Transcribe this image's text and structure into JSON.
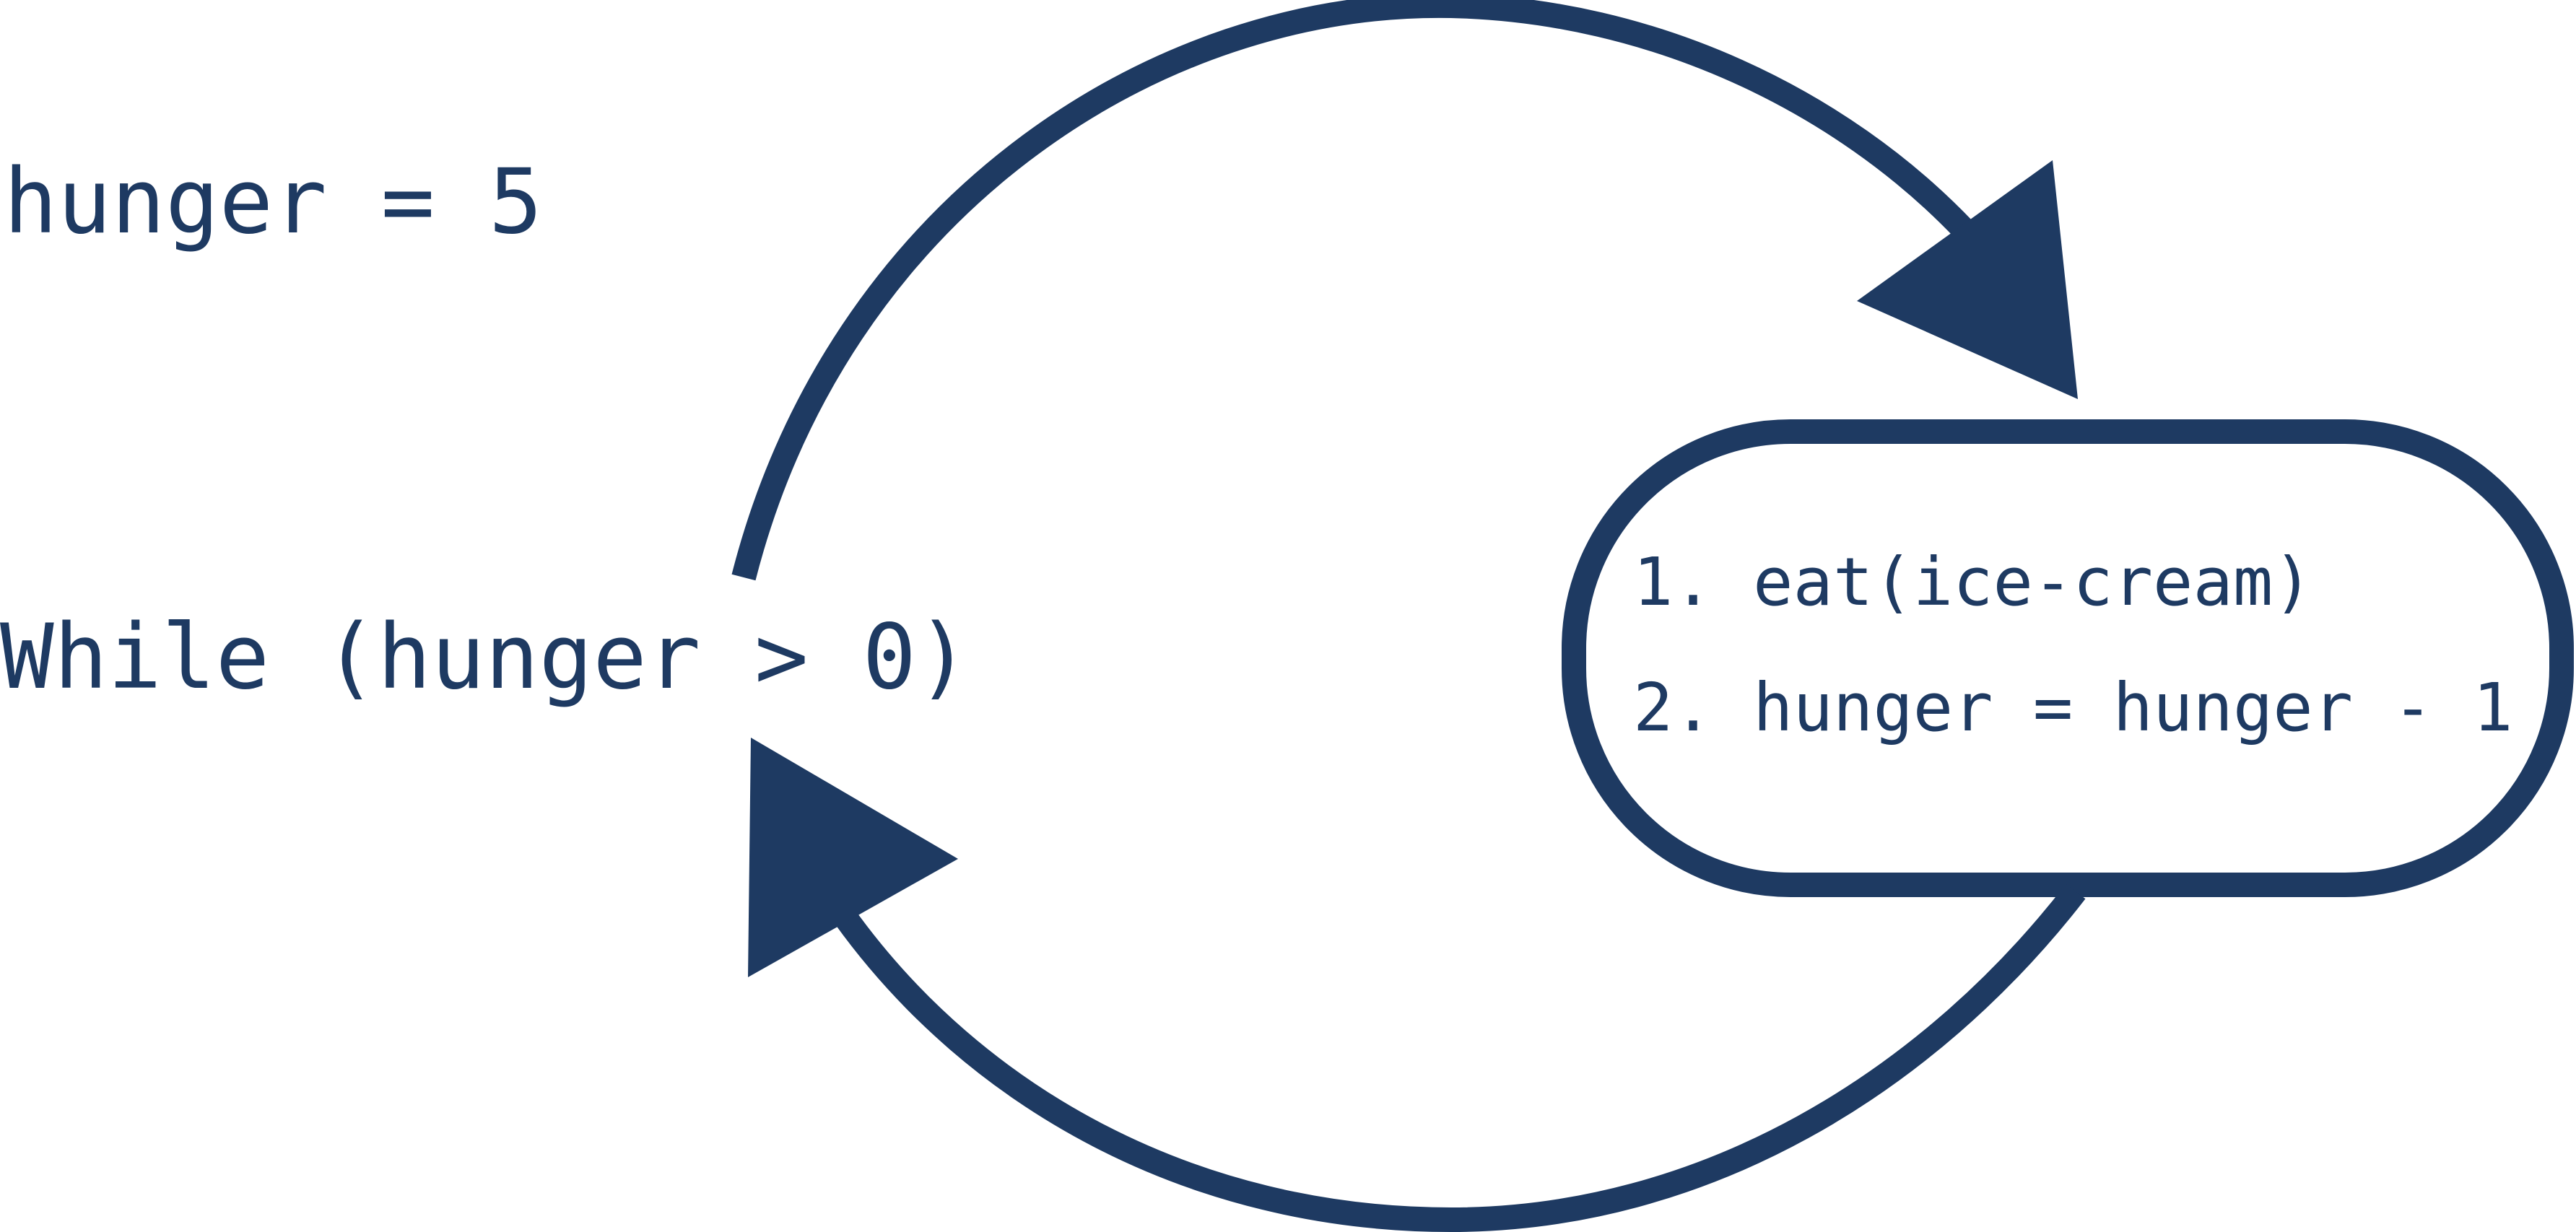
{
  "init_statement": "hunger = 5",
  "loop_condition": "While (hunger > 0)",
  "loop_body": {
    "steps": [
      "1. eat(ice-cream)",
      "2. hunger = hunger - 1"
    ]
  },
  "colors": {
    "primary": "#1e3a62",
    "background": "#ffffff"
  }
}
